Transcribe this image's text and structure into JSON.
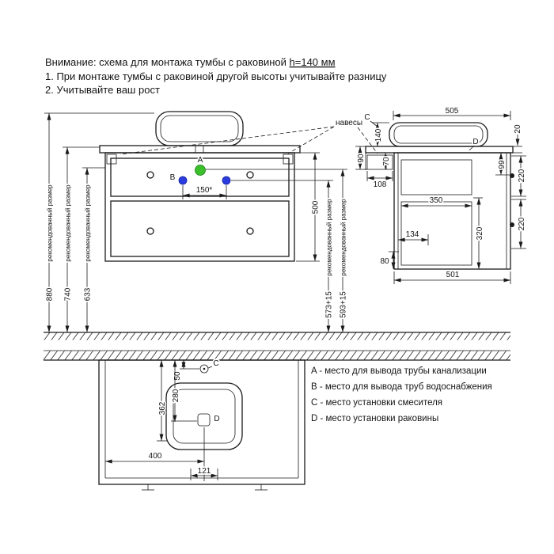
{
  "header": {
    "attention_prefix": "Внимание: схема для монтажа тумбы с раковиной ",
    "attention_height": "h=140 мм",
    "note1": "1. При монтаже тумбы с раковиной другой высоты учитывайте разницу",
    "note2": "2. Учитывайте ваш рост"
  },
  "labels": {
    "recommended": "рекомендованный размер",
    "hinges": "навесы",
    "point_a": "A",
    "point_b": "B",
    "point_c": "C",
    "point_d": "D"
  },
  "front_view": {
    "dim_overall_height": "880",
    "dim_counter_height": "740",
    "dim_633": "633",
    "dim_water_spacing": "150*",
    "dim_cabinet_height": "500",
    "dim_573": "573+15",
    "dim_593": "593+15"
  },
  "side_view": {
    "dim_sink_height": "140",
    "dim_counter_depth": "505",
    "dim_counter_thickness": "20",
    "dim_90": "90",
    "dim_70": "70",
    "dim_108": "108",
    "dim_99": "99",
    "dim_drawer_front_top": "220",
    "dim_drawer_front_bottom": "220",
    "dim_350": "350",
    "dim_320": "320",
    "dim_134": "134",
    "dim_80": "80",
    "dim_cabinet_depth": "501"
  },
  "plan_view": {
    "dim_50": "50",
    "dim_362": "362",
    "dim_280": "280",
    "dim_400": "400",
    "dim_121": "121"
  },
  "legend": {
    "item_a": "A - место для вывода трубы канализации",
    "item_b": "B - место для вывода труб водоснабжения",
    "item_c": "C - место установки смесителя",
    "item_d": "D - место установки раковины"
  },
  "colors": {
    "line": "#1a1a1a",
    "drain_point": "#3bbf2b",
    "water_point": "#2b3cdf"
  }
}
